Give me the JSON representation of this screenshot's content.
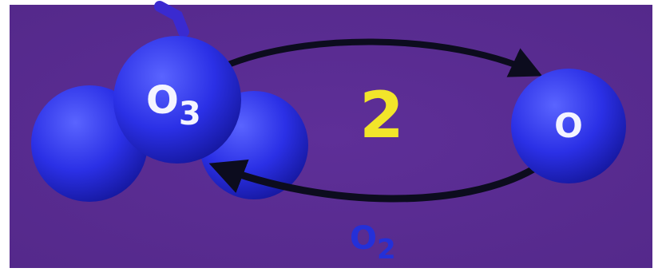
{
  "diagram": {
    "background_color": "#5a2c94",
    "sphere_color": "#2a2fe6",
    "arrow_color": "#0c0c1e",
    "step_number": "2",
    "step_number_color": "#f2e52a",
    "ozone_label": {
      "main": "O",
      "sub": "3"
    },
    "oxygen_atom_label": "O",
    "product_label": {
      "main": "O",
      "sub": "2"
    },
    "product_label_color": "#2430d8",
    "label_color": "#f4f4ff"
  }
}
